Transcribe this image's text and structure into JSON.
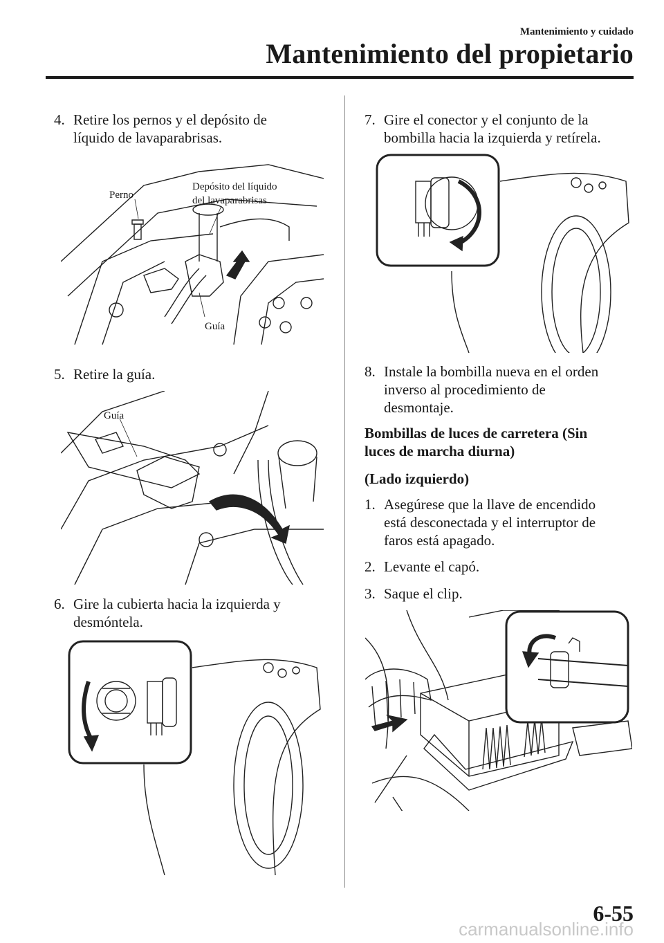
{
  "header": {
    "section": "Mantenimiento y cuidado",
    "title": "Mantenimiento del propietario"
  },
  "steps_left": [
    {
      "num": "4.",
      "text": "Retire los pernos y el depósito de\nlíquido de lavaparabrisas."
    },
    {
      "num": "5.",
      "text": "Retire la guía."
    },
    {
      "num": "6.",
      "text": "Gire la cubierta hacia la izquierda y\ndesmóntela."
    }
  ],
  "fig1_labels": {
    "perno": "Perno",
    "deposito_1": "Depósito del líquido",
    "deposito_2": "del lavaparabrisas",
    "guia": "Guía"
  },
  "fig2_labels": {
    "guia": "Guía"
  },
  "steps_right": [
    {
      "num": "7.",
      "text": "Gire el conector y el conjunto de la\nbombilla hacia la izquierda y retírela."
    },
    {
      "num": "8.",
      "text": "Instale la bombilla nueva en el orden\ninverso al procedimiento de\ndesmontaje."
    }
  ],
  "subheading_1": "Bombillas de luces de carretera (Sin\nluces de marcha diurna)",
  "subheading_2": "(Lado izquierdo)",
  "steps_right_2": [
    {
      "num": "1.",
      "text": "Asegúrese que la llave de encendido\nestá desconectada y el interruptor de\nfaros está apagado."
    },
    {
      "num": "2.",
      "text": "Levante el capó."
    },
    {
      "num": "3.",
      "text": "Saque el clip."
    }
  ],
  "page_number": "6-55",
  "watermark": "carmanualsonline.info"
}
